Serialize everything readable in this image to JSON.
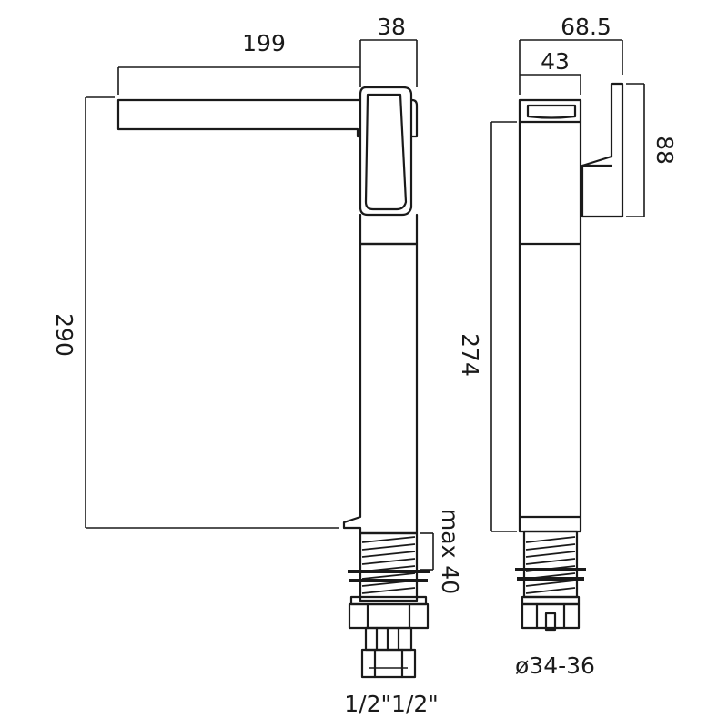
{
  "dimensions": {
    "spout_reach": "199",
    "body_width_side": "38",
    "total_depth": "68.5",
    "body_depth": "43",
    "lever_height": "88",
    "total_height": "290",
    "body_height": "274",
    "max_deck_thickness": "max 40",
    "hole_diameter": "ø34-36",
    "connection_size": "1/2\"1/2\""
  }
}
